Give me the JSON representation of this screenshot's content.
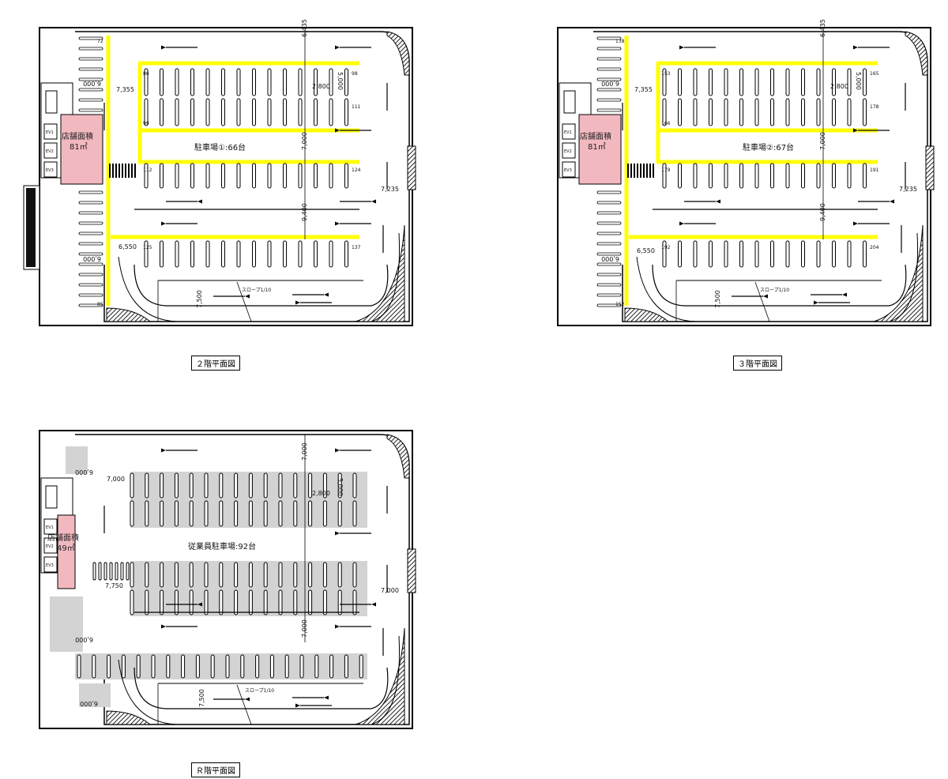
{
  "plans": [
    {
      "id": "2F",
      "caption": "２階平面図",
      "lot_label": "駐車場①:66台",
      "shop_label": "店舗面積",
      "shop_area": "81㎡",
      "ev": [
        "EV1",
        "EV2",
        "EV3"
      ],
      "dims": {
        "top_left": "7,355",
        "top_vert": "6,435",
        "mid_vert": "7,000",
        "low_vert": "9,400",
        "right": "7,235",
        "bottom_left": "6,550",
        "ramp_vert": "7,500",
        "ramp": "スロープ1/10",
        "left_a": "6,000",
        "left_b": "6,000",
        "stall_w": "2,800",
        "stall_d": "5,000"
      },
      "stall_numbers": [
        "72",
        "86",
        "98",
        "99",
        "111",
        "112",
        "124",
        "125",
        "137",
        "85"
      ],
      "yellow_lines": true
    },
    {
      "id": "3F",
      "caption": "３階平面図",
      "lot_label": "駐車場②:67台",
      "shop_label": "店舗面積",
      "shop_area": "81㎡",
      "ev": [
        "EV1",
        "EV2",
        "EV3"
      ],
      "dims": {
        "top_left": "7,355",
        "top_vert": "6,435",
        "mid_vert": "7,000",
        "low_vert": "9,400",
        "right": "7,235",
        "bottom_left": "6,550",
        "ramp_vert": "7,500",
        "ramp": "スロープ1/10",
        "left_a": "6,000",
        "left_b": "6,000",
        "stall_w": "2,800",
        "stall_d": "5,000"
      },
      "stall_numbers": [
        "138",
        "153",
        "165",
        "166",
        "178",
        "179",
        "191",
        "192",
        "204",
        "152"
      ],
      "yellow_lines": true
    },
    {
      "id": "RF",
      "caption": "Ｒ階平面図",
      "lot_label": "従業員駐車場:92台",
      "shop_label": "店舗面積",
      "shop_area": "49㎡",
      "ev": [
        "EV1",
        "EV2",
        "EV3"
      ],
      "dims": {
        "top_left": "7,000",
        "top_vert": "7,000",
        "mid_left": "7,750",
        "low_vert": "7,000",
        "right": "7,000",
        "ramp_vert": "7,500",
        "ramp": "スロープ1/10",
        "left_a": "6,000",
        "left_b": "6,000",
        "left_c": "6,000",
        "stall_w": "2,800",
        "stall_d": "5,000"
      },
      "yellow_lines": false
    }
  ],
  "colors": {
    "yellow": "#ffff00",
    "shop": "#f2b8c0",
    "gray_stall": "#d3d3d3",
    "wall": "#000000"
  }
}
